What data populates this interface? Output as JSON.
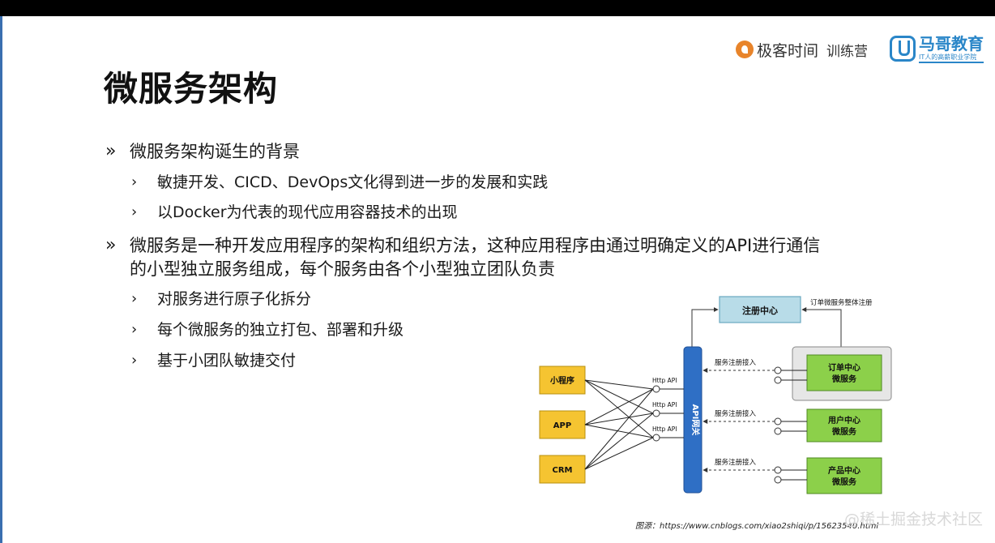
{
  "header": {
    "logo_geek": "极客时间",
    "logo_geek_sub": "训练营",
    "logo_mage": "马哥教育",
    "logo_mage_slogan": "IT人的高薪职业学院"
  },
  "slide": {
    "title": "微服务架构",
    "bullets": [
      {
        "text": "微服务架构诞生的背景",
        "sub": [
          "敏捷开发、CICD、DevOps文化得到进一步的发展和实践",
          "以Docker为代表的现代应用容器技术的出现"
        ]
      },
      {
        "text_line1": "微服务是一种开发应用程序的架构和组织方法，这种应用程序由通过明确定义的API进行通信",
        "text_line2": "的小型独立服务组成，每个服务由各个小型独立团队负责",
        "sub": [
          "对服务进行原子化拆分",
          "每个微服务的独立打包、部署和升级",
          "基于小团队敏捷交付"
        ]
      }
    ],
    "bullet_mark": "»",
    "sub_mark": "›"
  },
  "diagram": {
    "registry": "注册中心",
    "registry_label": "订单微服务整体注册",
    "gateway": "API网关",
    "clients": [
      "小程序",
      "APP",
      "CRM"
    ],
    "http_api": "Http API",
    "register_label": "服务注册接入",
    "services": [
      {
        "line1": "订单中心",
        "line2": "微服务"
      },
      {
        "line1": "用户中心",
        "line2": "微服务"
      },
      {
        "line1": "产品中心",
        "line2": "微服务"
      }
    ],
    "colors": {
      "client_fill": "#f5c431",
      "service_fill": "#8cd04a",
      "registry_fill": "#b8dce8",
      "gateway_fill": "#2f6fc5",
      "group_fill": "#e6e6e6"
    }
  },
  "caption": "图源：https://www.cnblogs.com/xiao2shiqi/p/15623540.html",
  "watermark": "@稀土掘金技术社区"
}
